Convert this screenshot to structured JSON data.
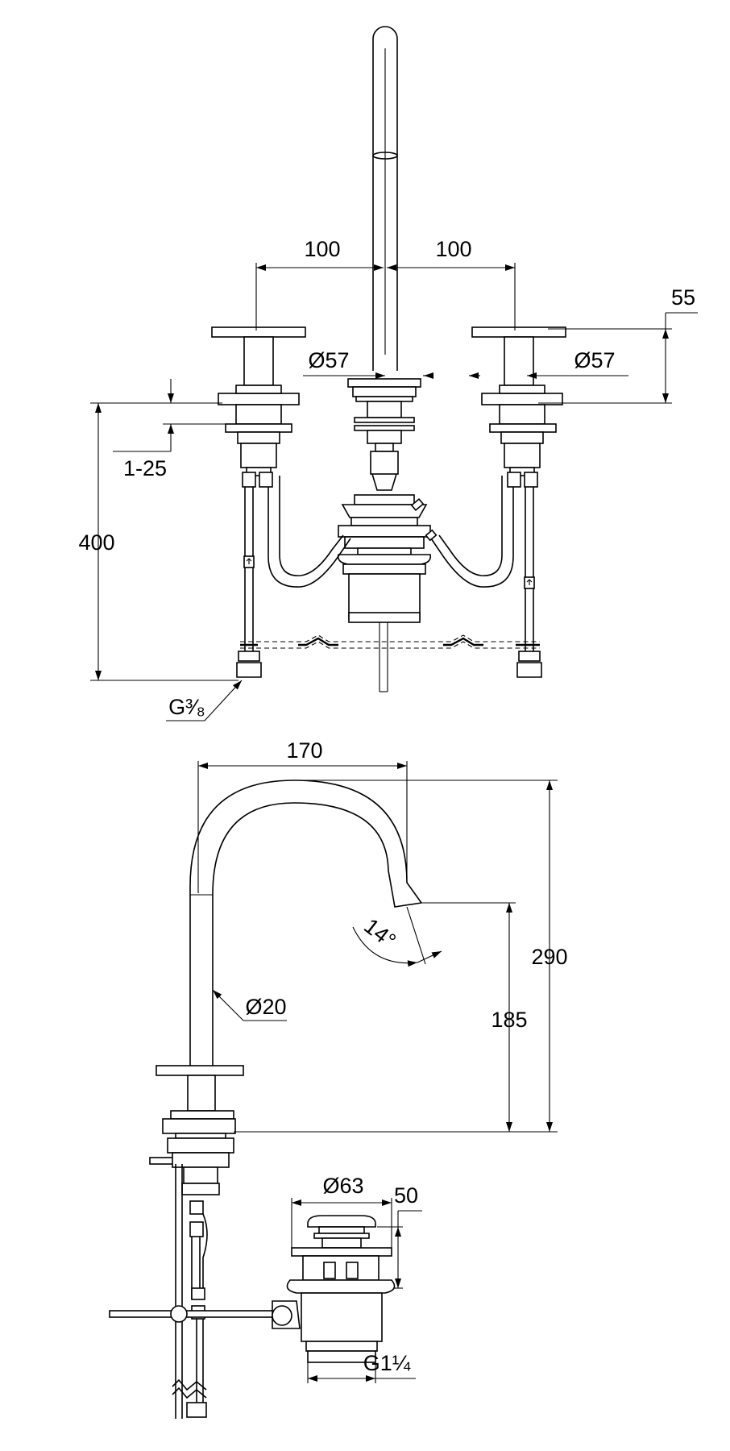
{
  "front_view": {
    "dim_left_spacing": "100",
    "dim_right_spacing": "100",
    "dim_handle_height": "55",
    "dim_left_diameter": "Ø57",
    "dim_right_diameter": "Ø57",
    "dim_deck_range": "1-25",
    "dim_total_height": "400",
    "dim_connection": "G³⁄₈"
  },
  "side_view": {
    "dim_reach": "170",
    "dim_angle": "14°",
    "dim_spout_diameter": "Ø20",
    "dim_total_height": "290",
    "dim_outlet_height": "185",
    "dim_waste_diameter": "Ø63",
    "dim_waste_height": "50",
    "dim_waste_thread": "G1¼"
  }
}
